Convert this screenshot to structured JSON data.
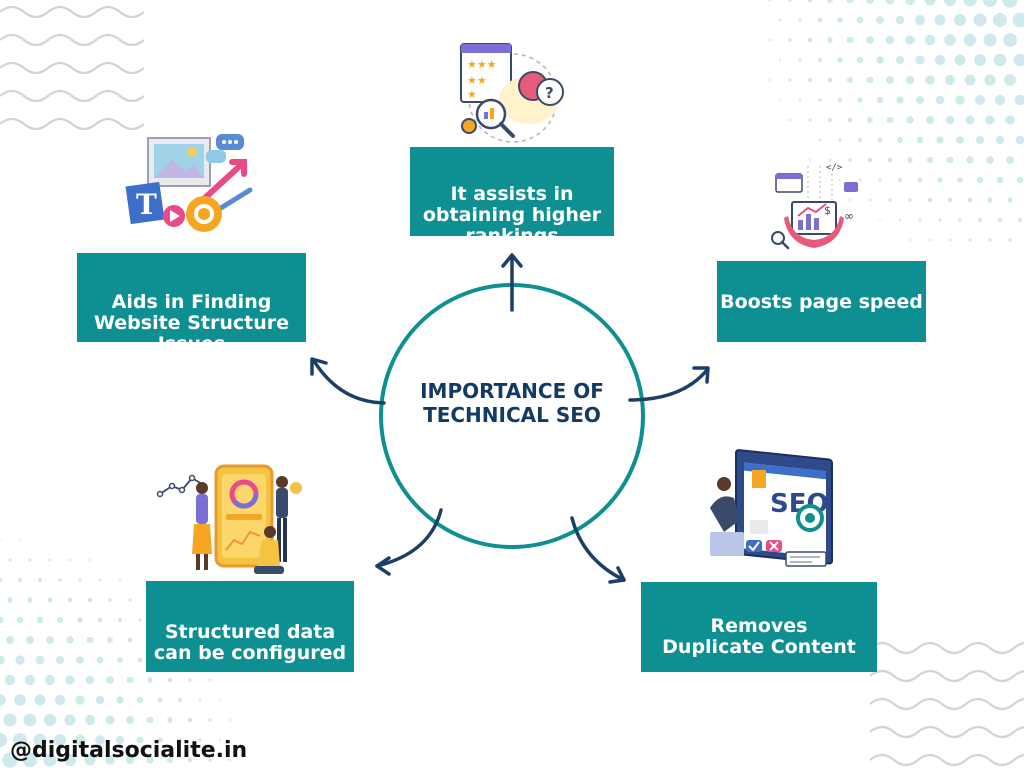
{
  "center_title": "IMPORTANCE OF\nTECHNICAL SEO",
  "boxes": {
    "top": "It assists in\nobtaining higher\nrankings",
    "left": "Aids in Finding\nWebsite Structure\nIssues",
    "right": "Boosts page speed",
    "bottom_left": "Structured data\ncan be configured",
    "bottom_right": "Removes\nDuplicate Content"
  },
  "footer_handle": "@digitalsocialite.in",
  "illustrations": {
    "top": {
      "icon": "rating-award-icon"
    },
    "left": {
      "icon": "content-growth-icon"
    },
    "right": {
      "icon": "analytics-dashboard-icon",
      "text": "$"
    },
    "bottom_left": {
      "icon": "team-mobile-analytics-icon"
    },
    "bottom_right": {
      "icon": "seo-monitor-icon",
      "text": "SEO"
    }
  },
  "colors": {
    "box": "#0e9092",
    "circle": "#0e9092",
    "title": "#133a63",
    "arrow": "#1b3f66",
    "dots": "#cfe9ec"
  }
}
